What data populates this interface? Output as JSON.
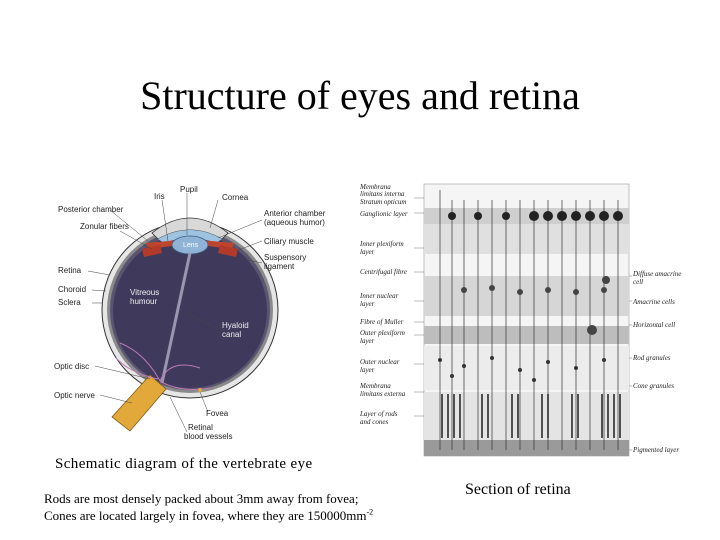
{
  "title": "Structure of eyes and retina",
  "eye_caption": "Schematic diagram of the vertebrate eye",
  "retina_caption": "Section of retina",
  "note": {
    "line1": "Rods are most densely packed about 3mm away from fovea;",
    "line2_text": "Cones are located largely in fovea, where they are 150000mm",
    "line2_sup": "-2"
  },
  "eye_labels": {
    "pupil": "Pupil",
    "iris": "Iris",
    "cornea": "Cornea",
    "posterior_chamber": "Posterior chamber",
    "anterior_chamber": "Anterior chamber",
    "aqueous_humor": "(aqueous humor)",
    "zonular_fibers": "Zonular fibers",
    "lens": "Lens",
    "ciliary_muscle": "Ciliary muscle",
    "suspensory": "Suspensory",
    "ligament": "ligament",
    "retina": "Retina",
    "choroid": "Choroid",
    "sclera": "Sclera",
    "vitreous": "Vitreous",
    "humour": "humour",
    "hyaloid": "Hyaloid",
    "canal": "canal",
    "optic_disc": "Optic disc",
    "optic_nerve": "Optic nerve",
    "fovea": "Fovea",
    "retinal": "Retinal",
    "blood_vessels": "blood vessels"
  },
  "retina_labels_left": {
    "l1": "Membrana",
    "l2": "limitans interna",
    "l3": "Stratum opticum",
    "l4": "Ganglionic layer",
    "l5": "Inner plexiform",
    "l6": "layer",
    "l7": "Centrifugal fibre",
    "l8": "Inner nuclear",
    "l9": "layer",
    "l10": "Fibre of Muller",
    "l11": "Outer plexiform",
    "l12": "layer",
    "l13": "Outer nuclear",
    "l14": "layer",
    "l15": "Membrana",
    "l16": "limitans externa",
    "l17": "Layer of rods",
    "l18": "and cones"
  },
  "retina_labels_right": {
    "r1": "Diffuse amacrine",
    "r2": "cell",
    "r3": "Amacrine cells",
    "r4": "Horizontal cell",
    "r5": "Rod granules",
    "r6": "Cone granules",
    "r7": "Pigmented layer"
  },
  "colors": {
    "vitreous": "#3f3a5c",
    "sclera": "#e6e6e6",
    "choroid": "#8a8a8a",
    "lens": "#8fb3d6",
    "iris": "#c0452e",
    "optic_nerve": "#e2a93a",
    "vessel": "#c07ab8"
  }
}
